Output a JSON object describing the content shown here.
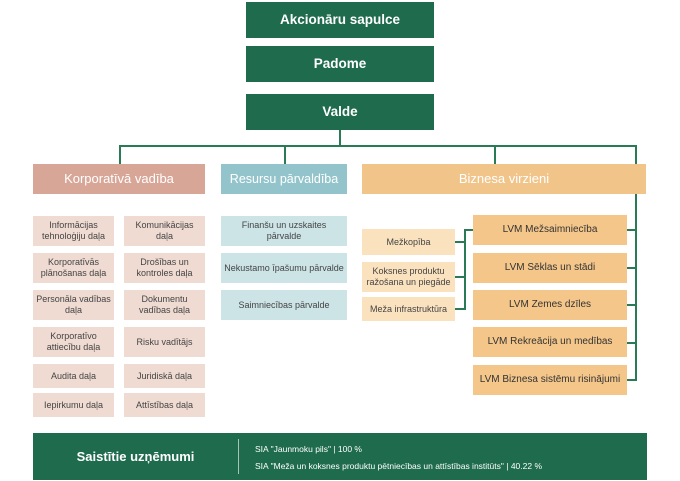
{
  "top": {
    "shareholders": "Akcionāru sapulce",
    "council": "Padome",
    "board": "Valde"
  },
  "corporate": {
    "title": "Korporatīvā vadība",
    "units": [
      "Informācijas tehnoloģiju daļa",
      "Komunikācijas daļa",
      "Korporatīvās plānošanas daļa",
      "Drošības un kontroles daļa",
      "Personāla vadības daļa",
      "Dokumentu vadības daļa",
      "Korporatīvo attiecību daļa",
      "Risku vadītājs",
      "Audita daļa",
      "Juridiskā daļa",
      "Iepirkumu daļa",
      "Attīstības daļa"
    ]
  },
  "resources": {
    "title": "Resursu pārvaldība",
    "units": [
      "Finanšu un uzskaites pārvalde",
      "Nekustamo īpašumu pārvalde",
      "Saimniecības pārvalde"
    ]
  },
  "business": {
    "title": "Biznesa virzieni",
    "sub": [
      "Mežkopība",
      "Koksnes produktu ražošana un piegāde",
      "Meža infrastruktūra"
    ],
    "lvm": [
      "LVM Mežsaimniecība",
      "LVM Sēklas un stādi",
      "LVM Zemes dzīles",
      "LVM Rekreācija un medības",
      "LVM Biznesa sistēmu risinājumi"
    ]
  },
  "affiliates": {
    "title": "Saistītie uzņēmumi",
    "items": [
      "SIA \"Jaunmoku pils\" | 100 %",
      "SIA \"Meža un koksnes produktu pētniecības un attīstības institūts\" | 40.22 %"
    ]
  },
  "colors": {
    "green": "#1e6b4d",
    "corporate": "#d8a697",
    "resources": "#93c4cb",
    "business": "#f1c48a"
  }
}
